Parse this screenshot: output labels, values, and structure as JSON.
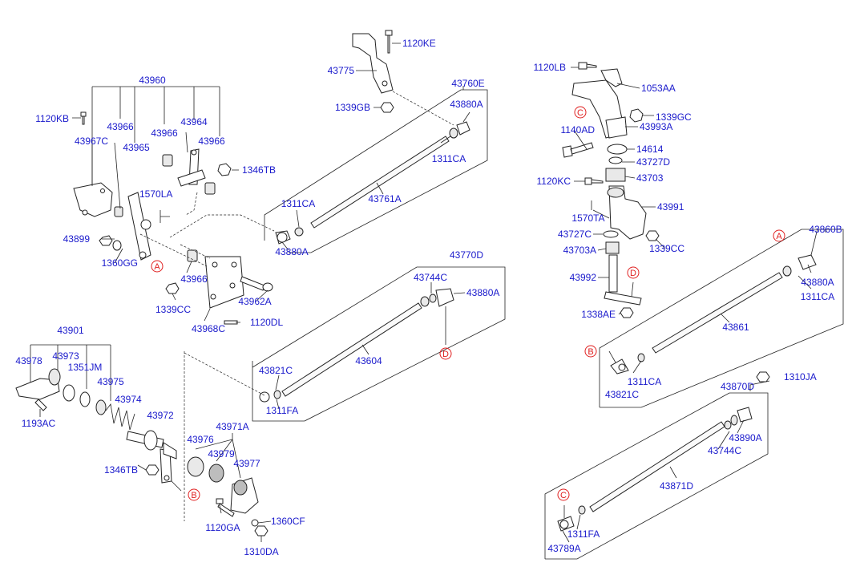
{
  "diagram": {
    "labels": {
      "p43960": "43960",
      "p1120KB": "1120KB",
      "p43966a": "43966",
      "p43966b": "43966",
      "p43964": "43964",
      "p43966c": "43966",
      "p43967C": "43967C",
      "p43965": "43965",
      "p1346TBa": "1346TB",
      "p1570LA": "1570LA",
      "p43899": "43899",
      "p1360GG": "1360GG",
      "p43966d": "43966",
      "p1339CC": "1339CC",
      "p43962A": "43962A",
      "p43968C": "43968C",
      "p1120DL": "1120DL",
      "p1120KE": "1120KE",
      "p43775": "43775",
      "p1339GB": "1339GB",
      "p43760E": "43760E",
      "p43880Aa": "43880A",
      "p1311CAa": "1311CA",
      "p43761A": "43761A",
      "p1311CAb": "1311CA",
      "p43880Ab": "43880A",
      "p43770D": "43770D",
      "p43744Ca": "43744C",
      "p43880Ac": "43880A",
      "p43604": "43604",
      "p43821Ca": "43821C",
      "p1311FAa": "1311FA",
      "p43901": "43901",
      "p43978": "43978",
      "p43973": "43973",
      "p1351JM": "1351JM",
      "p43975": "43975",
      "p43974": "43974",
      "p1193AC": "1193AC",
      "p43972": "43972",
      "p43971A": "43971A",
      "p43976": "43976",
      "p43979": "43979",
      "p43977": "43977",
      "p1346TBb": "1346TB",
      "p1120GA": "1120GA",
      "p1360CF": "1360CF",
      "p1310DA": "1310DA",
      "p1120LB": "1120LB",
      "p1053AA": "1053AA",
      "p1339GC": "1339GC",
      "p1140AD": "1140AD",
      "p43993A": "43993A",
      "p14614": "14614",
      "p43727Da": "43727D",
      "p1120KC": "1120KC",
      "p43703a": "43703",
      "p43991": "43991",
      "p1570TA": "1570TA",
      "p43727Cb": "43727C",
      "p1339CCb": "1339CC",
      "p43703A": "43703A",
      "p43992": "43992",
      "p1338AE": "1338AE",
      "p43860B": "43860B",
      "p43880Ad": "43880A",
      "p1311CAc": "1311CA",
      "p43861": "43861",
      "p1311CAd": "1311CA",
      "p43821Cb": "43821C",
      "p1310JA": "1310JA",
      "p43870D": "43870D",
      "p43890A": "43890A",
      "p43744Cb": "43744C",
      "p43871D": "43871D",
      "p1311FAb": "1311FA",
      "p43789A": "43789A"
    },
    "refs": {
      "A1": "A",
      "A2": "A",
      "B1": "B",
      "B2": "B",
      "C1": "C",
      "C2": "C",
      "D1": "D",
      "D2": "D"
    },
    "colors": {
      "label": "#1a1acc",
      "reference": "#e02020",
      "line": "#222222"
    }
  }
}
